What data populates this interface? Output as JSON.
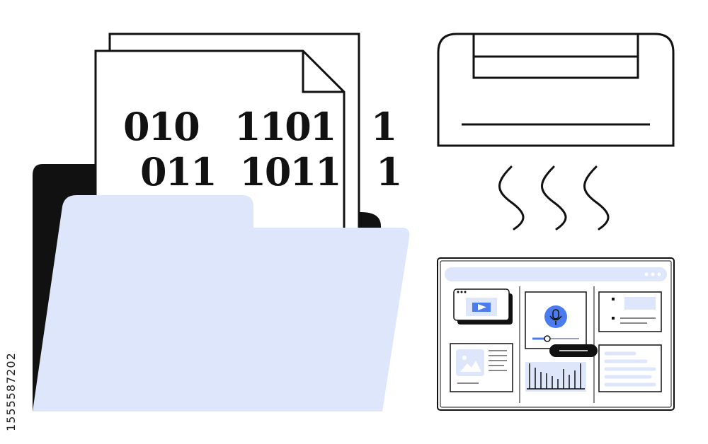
{
  "document": {
    "binary_line_1": "010   1101   1",
    "binary_line_2": "011  1011   1"
  },
  "stock_id": "1555587202",
  "colors": {
    "outline": "#111111",
    "folder_fill": "#dde6fb",
    "accent": "#4a7cf0",
    "light_accent": "#dde6fb"
  },
  "icons": [
    "folder-icon",
    "binary-document-icon",
    "air-conditioner-icon",
    "airflow-waves-icon",
    "dashboard-window-icon",
    "video-play-icon",
    "microphone-icon",
    "image-placeholder-icon",
    "bar-chart-icon"
  ]
}
